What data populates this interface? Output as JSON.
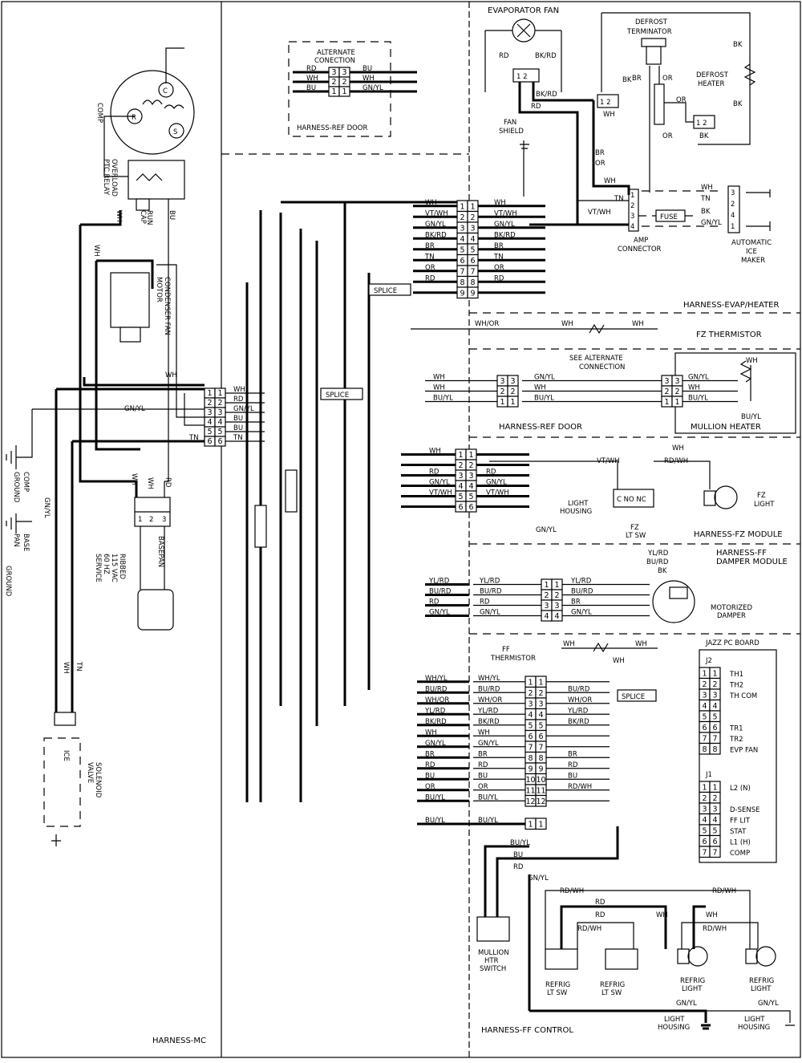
{
  "sections": {
    "harness_mc": "HARNESS-MC",
    "harness_ref_door": "HARNESS-REF DOOR",
    "harness_evap_heater": "HARNESS-EVAP/HEATER",
    "harness_fz_module": "HARNESS-FZ MODULE",
    "harness_ff_damper": [
      "HARNESS-FF",
      "DAMPER MODULE"
    ],
    "harness_ff_control": "HARNESS-FF CONTROL",
    "mullion_heater": "MULLION HEATER",
    "fz_thermistor": "FZ THERMISTOR"
  },
  "components": {
    "comp": "COMP",
    "overload": "OVERLOAD",
    "ptc_relay": "PTC RELAY",
    "run_cap": [
      "RUN",
      "CAP"
    ],
    "condenser_fan_motor": [
      "CONDENSER FAN",
      "MOTOR"
    ],
    "basepan": "BASEPAN",
    "service": [
      "RIBBED",
      "115 VAC",
      "60 HZ",
      "SERVICE"
    ],
    "comp_ground": [
      "COMP",
      "GROUND"
    ],
    "base_pan_ground": [
      "BASE",
      "PAN",
      "GROUND"
    ],
    "ice": "ICE",
    "solenoid_valve": [
      "SOLENOID",
      "VALVE"
    ],
    "alternate_connection": [
      "ALTERNATE",
      "CONECTION"
    ],
    "evaporator_fan": "EVAPORATOR FAN",
    "fan_shield": [
      "FAN",
      "SHIELD"
    ],
    "defrost_terminator": [
      "DEFROST",
      "TERMINATOR"
    ],
    "defrost_heater": [
      "DEFROST",
      "HEATER"
    ],
    "amp_connector": [
      "AMP",
      "CONNECTOR"
    ],
    "automatic_ice_maker": [
      "AUTOMATIC",
      "ICE",
      "MAKER"
    ],
    "fuse": "FUSE",
    "see_alternate": [
      "SEE ALTERNATE",
      "CONNECTION"
    ],
    "light_housing": [
      "LIGHT",
      "HOUSING"
    ],
    "fz_lt_sw": [
      "FZ",
      "LT SW"
    ],
    "fz_light": [
      "FZ",
      "LIGHT"
    ],
    "motorized_damper": [
      "MOTORIZED",
      "DAMPER"
    ],
    "ff_thermistor": [
      "FF",
      "THERMISTOR"
    ],
    "jazz_pc_board": "JAZZ PC BOARD",
    "mullion_htr_switch": [
      "MULLION",
      "HTR",
      "SWITCH"
    ],
    "refrig_lt_sw": [
      "REFRIG",
      "LT SW"
    ],
    "refrig_light": [
      "REFRIG",
      "LIGHT"
    ],
    "splice": "SPLICE",
    "c_no_nc": "C  NO  NC"
  },
  "main_connector": {
    "left_wires": [
      "WH",
      "VT/WH",
      "GN/YL",
      "BK/RD",
      "BR",
      "TN",
      "OR",
      "RD",
      ""
    ],
    "right_wires": [
      "WH",
      "VT/WH",
      "GN/YL",
      "BK/RD",
      "BR",
      "TN",
      "OR",
      "RD",
      ""
    ],
    "pins": [
      "1",
      "2",
      "3",
      "4",
      "5",
      "6",
      "7",
      "8",
      "9"
    ]
  },
  "mc_connector": {
    "wires": [
      "WH",
      "RD",
      "GN/YL",
      "BU",
      "BU",
      "TN"
    ],
    "pins": [
      "1",
      "2",
      "3",
      "4",
      "5",
      "6"
    ]
  },
  "fz_connector": {
    "left_wires": [
      "WH",
      "",
      "RD",
      "GN/YL",
      "VT/WH",
      ""
    ],
    "right_wires": [
      "",
      "",
      "RD",
      "GN/YL",
      "VT/WH",
      ""
    ],
    "pins": [
      "1",
      "2",
      "3",
      "4",
      "5",
      "6"
    ]
  },
  "damper_connector": {
    "left_wires": [
      "YL/RD",
      "BU/RD",
      "RD",
      "GN/YL"
    ],
    "right_wires": [
      "YL/RD",
      "BU/RD",
      "BR",
      "GN/YL"
    ],
    "pins": [
      "1",
      "2",
      "3",
      "4"
    ]
  },
  "ff_connector": {
    "left_wires": [
      "WH/YL",
      "BU/RD",
      "WH/OR",
      "YL/RD",
      "BK/RD",
      "WH",
      "GN/YL",
      "BR",
      "RD",
      "BU",
      "OR",
      "BU/YL"
    ],
    "right_wires": [
      "WH/YL",
      "BU/RD",
      "WH/OR",
      "YL/RD",
      "BK/RD",
      "WH",
      "GN/YL",
      "BR",
      "RD",
      "BU",
      "OR",
      "BU/YL"
    ],
    "right_outer": [
      "",
      "BU/RD",
      "WH/OR",
      "YL/RD",
      "BK/RD",
      "",
      "",
      "BR",
      "RD",
      "BU",
      "RD/WH",
      ""
    ],
    "pins": [
      "1",
      "2",
      "3",
      "4",
      "5",
      "6",
      "7",
      "8",
      "9",
      "10",
      "11",
      "12"
    ],
    "extra_pin": "1"
  },
  "j2": {
    "title": "J2",
    "pins": [
      "1",
      "2",
      "3",
      "4",
      "5",
      "6",
      "7",
      "8"
    ],
    "labels": [
      "TH1",
      "TH2",
      "TH COM",
      "",
      "",
      "TR1",
      "TR2",
      "EVP FAN"
    ]
  },
  "j1": {
    "title": "J1",
    "pins": [
      "1",
      "2",
      "3",
      "4",
      "5",
      "6",
      "7"
    ],
    "labels": [
      "L2 (N)",
      "",
      "D-SENSE",
      "FF LIT",
      "STAT",
      "L1 (H)",
      "COMP"
    ]
  },
  "ref_door_conn": {
    "left": [
      "WH",
      "WH",
      "BU/YL"
    ],
    "mid": [
      "GN/YL",
      "WH",
      "BU/YL"
    ],
    "pins": [
      "3",
      "2",
      "1"
    ]
  },
  "alt_conn": {
    "left": [
      "RD",
      "WH",
      "BU"
    ],
    "right": [
      "BU",
      "WH",
      "GN/YL"
    ],
    "pins": [
      "3",
      "2",
      "1"
    ]
  },
  "amp_conn": {
    "pins": [
      "1",
      "2",
      "3",
      "4"
    ],
    "labels": [
      "WH",
      "TN",
      "BK",
      "GN/YL"
    ]
  },
  "ice_maker_pins": [
    "3",
    "2",
    "4",
    "1"
  ],
  "basepan_pins": [
    "1",
    "2",
    "3"
  ],
  "wires_misc": {
    "wh": "WH",
    "rd": "RD",
    "bu": "BU",
    "bk": "BK",
    "br": "BR",
    "or": "OR",
    "tn": "TN",
    "gnyl": "GN/YL",
    "bkrd": "BK/RD",
    "rdwh": "RD/WH",
    "buyl": "BU/YL",
    "yltrd": "YL/RD",
    "whor": "WH/OR",
    "whyl": "WH/YL",
    "vtwh": "VT/WH",
    "burd": "BU/RD"
  }
}
